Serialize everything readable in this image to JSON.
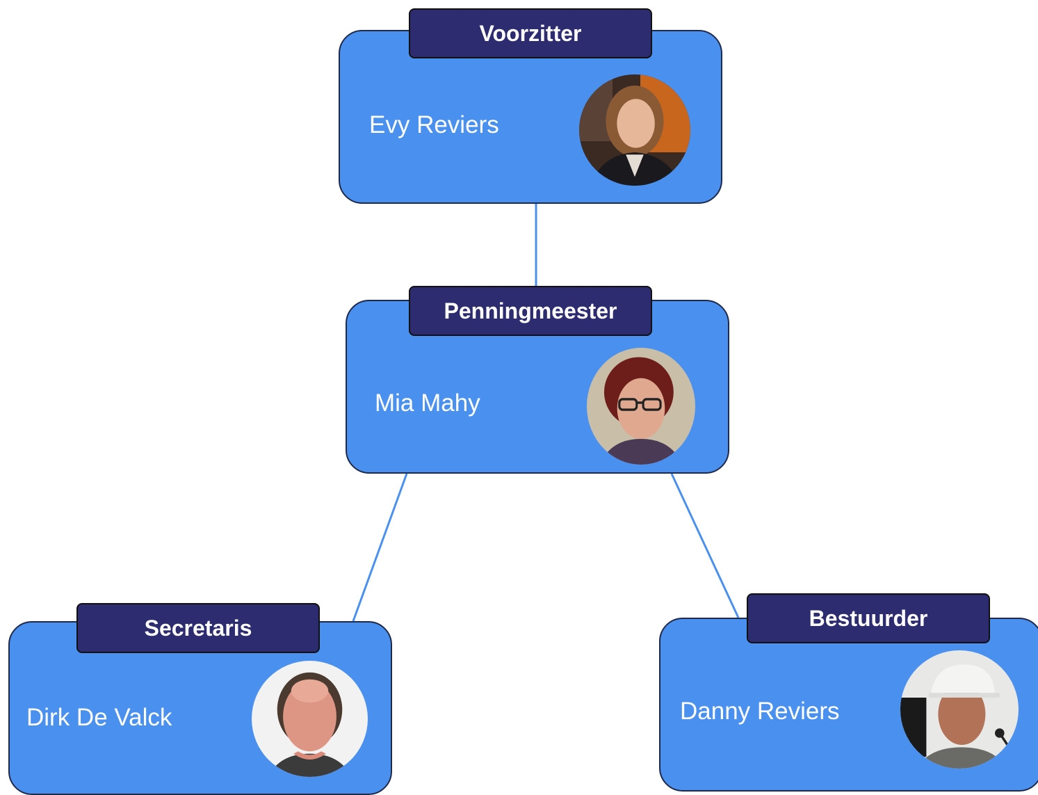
{
  "colors": {
    "card_fill": "#4a90ef",
    "title_fill": "#2e2c70",
    "connector": "#4a90ef",
    "text": "#ffffff"
  },
  "nodes": {
    "voorzitter": {
      "title": "Voorzitter",
      "name": "Evy Reviers"
    },
    "penningmeester": {
      "title": "Penningmeester",
      "name": "Mia Mahy"
    },
    "secretaris": {
      "title": "Secretaris",
      "name": "Dirk De Valck"
    },
    "bestuurder": {
      "title": "Bestuurder",
      "name": "Danny Reviers"
    }
  },
  "edges": [
    {
      "from": "voorzitter",
      "to": "penningmeester"
    },
    {
      "from": "penningmeester",
      "to": "secretaris"
    },
    {
      "from": "penningmeester",
      "to": "bestuurder"
    }
  ]
}
